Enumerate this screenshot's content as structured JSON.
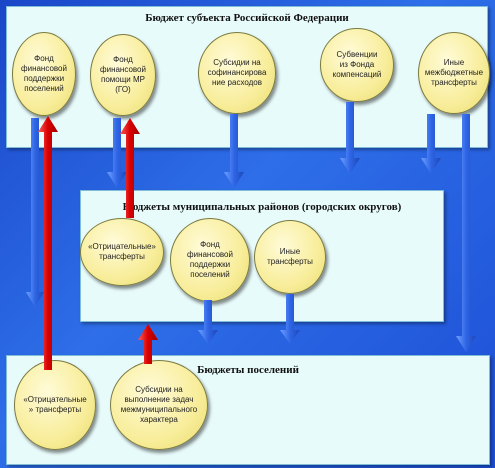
{
  "top_box": {
    "title": "Бюджет субъекта Российской Федерации",
    "items": [
      "Фонд\nфинансовой\nподдержки\nпоселений",
      "Фонд\nфинансовой\nпомощи МР\n(ГО)",
      "Субсидии на\nсофинансирова\nние расходов",
      "Субвенции\nиз Фонда\nкомпенсаций",
      "Иные\nмежбюджетные\nтрансферты"
    ]
  },
  "middle_box": {
    "title": "Бюджеты муниципальных районов (городских округов)",
    "items": [
      "«Отрицательные»\nтрансферты",
      "Фонд\nфинансовой\nподдержки\nпоселений",
      "Иные\nтрансферты"
    ]
  },
  "bottom_box": {
    "title": "Бюджеты поселений",
    "items": [
      "«Отрицательные\n» трансферты",
      "Субсидии на\nвыполнение задач\nмежмуниципального\nхарактера"
    ]
  },
  "colors": {
    "background": "#2356d8",
    "box_fill": "#e8fbfb",
    "ellipse_fill": "#f8ed9a",
    "down_arrow": "#2f66e6",
    "up_arrow": "#d90000"
  }
}
